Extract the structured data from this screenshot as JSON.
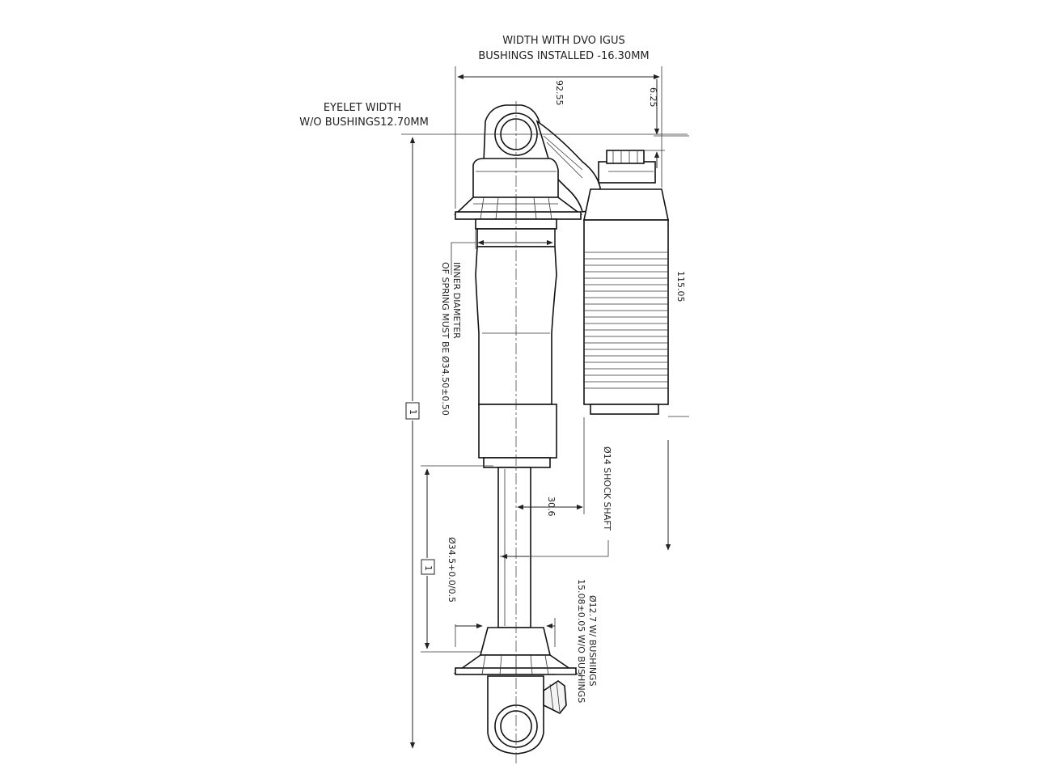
{
  "notes": {
    "width_dvo_line1": "WIDTH WITH DVO IGUS",
    "width_dvo_line2": "BUSHINGS INSTALLED -16.30MM",
    "eyelet_line1": "EYELET WIDTH",
    "eyelet_line2": "W/O BUSHINGS12.70MM",
    "spring_line1": "INNER DIAMETER",
    "spring_line2": "OF SPRING MUST BE Ø34.50±0.50",
    "shaft": "Ø14 SHOCK SHAFT",
    "bushing_line1": "Ø12.7 W/ BUSHINGS",
    "bushing_line2": "15.08±0.05 W/O BUSHINGS"
  },
  "dimensions": {
    "overall_width": "92.55",
    "top_offset": "6.25",
    "reservoir_length": "115.05",
    "shaft_offset": "30.6",
    "seat_diameter": "Ø34.5+0.0/0.5",
    "box_eye_to_eye": "1",
    "box_stroke": "1"
  },
  "colors": {
    "line": "#222222",
    "background": "#ffffff"
  }
}
